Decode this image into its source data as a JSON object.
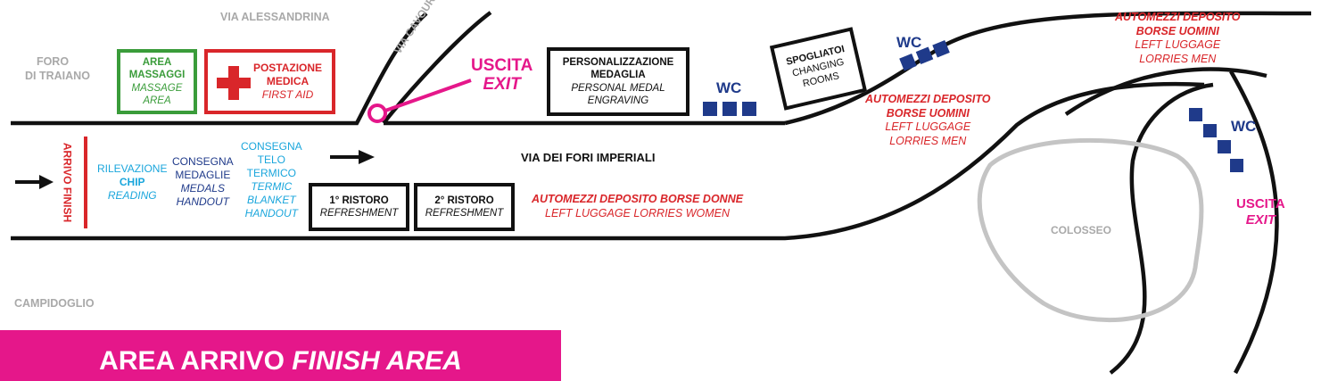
{
  "streets": {
    "via_alessandrina": "VIA ALESSANDRINA",
    "foro_traiano_1": "FORO",
    "foro_traiano_2": "DI TRAIANO",
    "via_cavour": "VIA CAVOUR",
    "via_fori_imperiali": "VIA DEI FORI IMPERIALI",
    "campidoglio": "CAMPIDOGLIO",
    "colosseo": "COLOSSEO"
  },
  "massage": {
    "l1": "AREA",
    "l2": "MASSAGGI",
    "l3": "MASSAGE",
    "l4": "AREA",
    "color": "#3a9c3a"
  },
  "first_aid": {
    "l1": "POSTAZIONE",
    "l2": "MEDICA",
    "l3": "FIRST AID",
    "color": "#d9262a"
  },
  "exit_top": {
    "l1": "USCITA",
    "l2": "EXIT"
  },
  "engraving": {
    "l1": "PERSONALIZZAZIONE",
    "l2": "MEDAGLIA",
    "l3": "PERSONAL MEDAL",
    "l4": "ENGRAVING"
  },
  "changing": {
    "l1": "SPOGLIATOI",
    "l2": "CHANGING",
    "l3": "ROOMS"
  },
  "wc_label": "WC",
  "luggage_men_top": {
    "l1": "AUTOMEZZI DEPOSITO",
    "l2": "BORSE UOMINI",
    "l3": "LEFT LUGGAGE",
    "l4": "LORRIES MEN"
  },
  "luggage_men_mid": {
    "l1": "AUTOMEZZI DEPOSITO",
    "l2": "BORSE UOMINI",
    "l3": "LEFT LUGGAGE",
    "l4": "LORRIES MEN"
  },
  "finish_vertical": "ARRIVO FINISH",
  "chip": {
    "l1": "RILEVAZIONE",
    "l2": "CHIP",
    "l3": "READING"
  },
  "medals": {
    "l1": "CONSEGNA",
    "l2": "MEDAGLIE",
    "l3": "MEDALS",
    "l4": "HANDOUT"
  },
  "blanket": {
    "l1": "CONSEGNA",
    "l2": "TELO",
    "l3": "TERMICO",
    "l4": "TERMIC",
    "l5": "BLANKET",
    "l6": "HANDOUT"
  },
  "refresh1": {
    "l1": "1° RISTORO",
    "l2": "REFRESHMENT"
  },
  "refresh2": {
    "l1": "2° RISTORO",
    "l2": "REFRESHMENT"
  },
  "luggage_women": {
    "l1": "AUTOMEZZI DEPOSITO BORSE DONNE",
    "l2": "LEFT LUGGAGE LORRIES WOMEN"
  },
  "exit_right": {
    "l1": "USCITA",
    "l2": "EXIT"
  },
  "banner": {
    "main": "AREA ARRIVO ",
    "italic": "FINISH AREA",
    "color": "#e5178a"
  },
  "colors": {
    "red": "#d9262a",
    "green": "#3a9c3a",
    "navy": "#1f3a8a",
    "cyan": "#1aa6dc",
    "magenta": "#e5178a",
    "road": "#111111",
    "colosseum": "#c4c4c4"
  },
  "icons": [
    "first-aid-cross-icon",
    "arrow-right-icon",
    "exit-marker-icon",
    "wc-icon"
  ]
}
